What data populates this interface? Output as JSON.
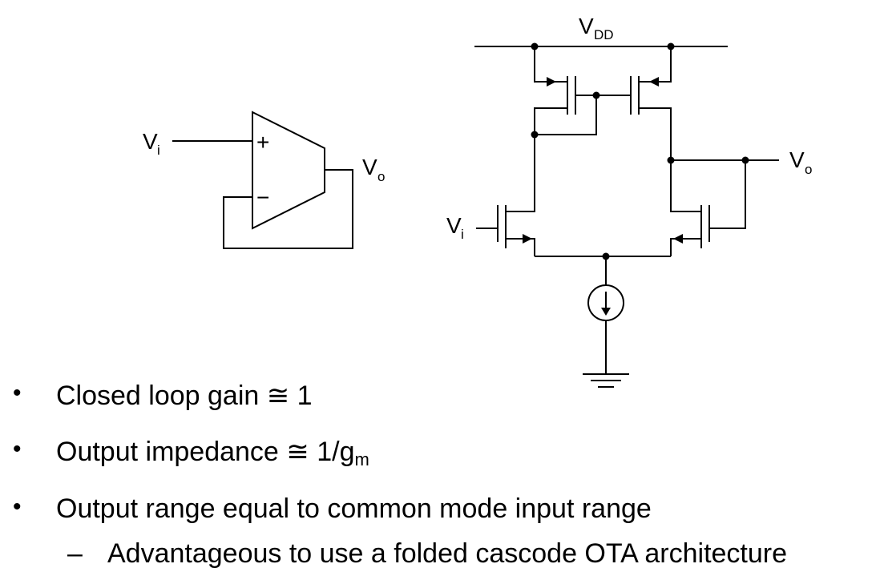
{
  "buffer": {
    "input_label": "V",
    "input_sub": "i",
    "output_label": "V",
    "output_sub": "o",
    "plus_sign": "+",
    "minus_sign": "−"
  },
  "circuit": {
    "vdd_label": "V",
    "vdd_sub": "DD",
    "input_label": "V",
    "input_sub": "i",
    "output_label": "V",
    "output_sub": "o"
  },
  "bullets": [
    {
      "marker": "•",
      "text": "Closed loop gain ≅ 1",
      "suffix": ""
    },
    {
      "marker": "•",
      "text": "Output impedance ≅ 1/g",
      "suffix": "m"
    },
    {
      "marker": "•",
      "text": "Output range equal to common mode input range",
      "suffix": ""
    }
  ],
  "sub_bullet": {
    "marker": "–",
    "text": "Advantageous to use a folded cascode OTA architecture"
  }
}
